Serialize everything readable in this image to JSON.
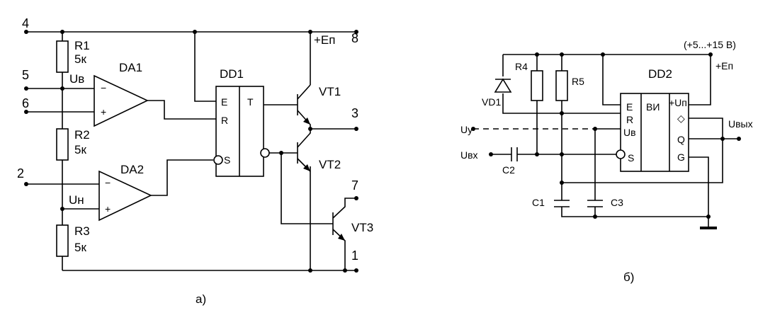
{
  "schematic_a": {
    "caption": "а)",
    "pins": [
      "4",
      "5",
      "6",
      "2",
      "8",
      "3",
      "7",
      "1"
    ],
    "supply": "+Eп",
    "resistors": [
      {
        "ref": "R1",
        "value": "5к"
      },
      {
        "ref": "R2",
        "value": "5к"
      },
      {
        "ref": "R3",
        "value": "5к"
      }
    ],
    "opamps": [
      "DA1",
      "DA2"
    ],
    "voltages": {
      "upper": "Uв",
      "lower": "Uн"
    },
    "flipflop": {
      "ref": "DD1",
      "inputs": [
        "E",
        "R",
        "S"
      ],
      "type": "T"
    },
    "transistors": [
      "VT1",
      "VT2",
      "VT3"
    ]
  },
  "schematic_b": {
    "caption": "б)",
    "supply_range": "(+5...+15 В)",
    "supply": "+Eп",
    "chip": {
      "ref": "DD2",
      "inputs": [
        "E",
        "R",
        "Uв",
        "S"
      ],
      "core": "ВИ",
      "outputs": [
        "+Uп",
        "Q",
        "G"
      ],
      "symbol": "◇"
    },
    "components": [
      "R4",
      "R5",
      "VD1",
      "C1",
      "C2",
      "C3"
    ],
    "signals": {
      "control": "Uy",
      "input": "Uвх",
      "output": "Uвых"
    }
  }
}
